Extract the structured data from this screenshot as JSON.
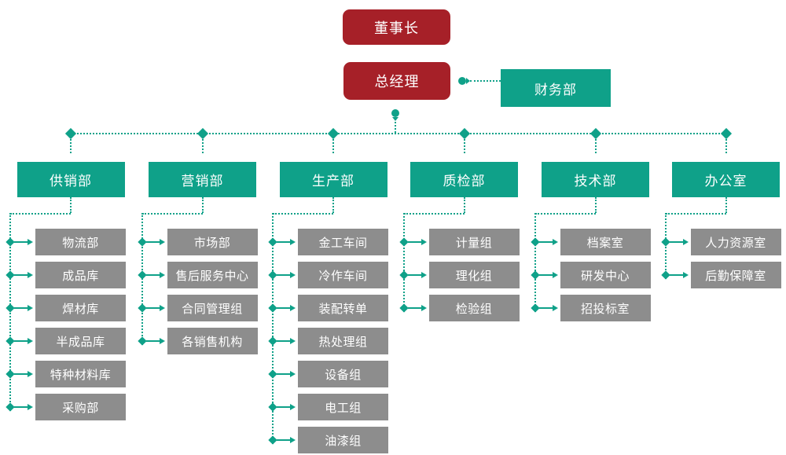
{
  "palette": {
    "red": "#a62028",
    "teal": "#0fa189",
    "gray": "#8d8d8d",
    "box_text": "#ffffff",
    "background": "#ffffff"
  },
  "top": {
    "chairman": "董事长",
    "general_manager": "总经理",
    "finance": "财务部"
  },
  "departments": [
    {
      "label": "供销部",
      "children": [
        "物流部",
        "成品库",
        "焊材库",
        "半成品库",
        "特种材料库",
        "采购部"
      ]
    },
    {
      "label": "营销部",
      "children": [
        "市场部",
        "售后服务中心",
        "合同管理组",
        "各销售机构"
      ]
    },
    {
      "label": "生产部",
      "children": [
        "金工车间",
        "冷作车间",
        "装配转单",
        "热处理组",
        "设备组",
        "电工组",
        "油漆组"
      ]
    },
    {
      "label": "质检部",
      "children": [
        "计量组",
        "理化组",
        "检验组"
      ]
    },
    {
      "label": "技术部",
      "children": [
        "档案室",
        "研发中心",
        "招投标室"
      ]
    },
    {
      "label": "办公室",
      "children": [
        "人力资源室",
        "后勤保障室"
      ]
    }
  ],
  "icons": {
    "junction_marker": "diamond-icon",
    "flow_arrow": "arrow-right-icon",
    "connector_dot": "circle-dot-icon"
  }
}
